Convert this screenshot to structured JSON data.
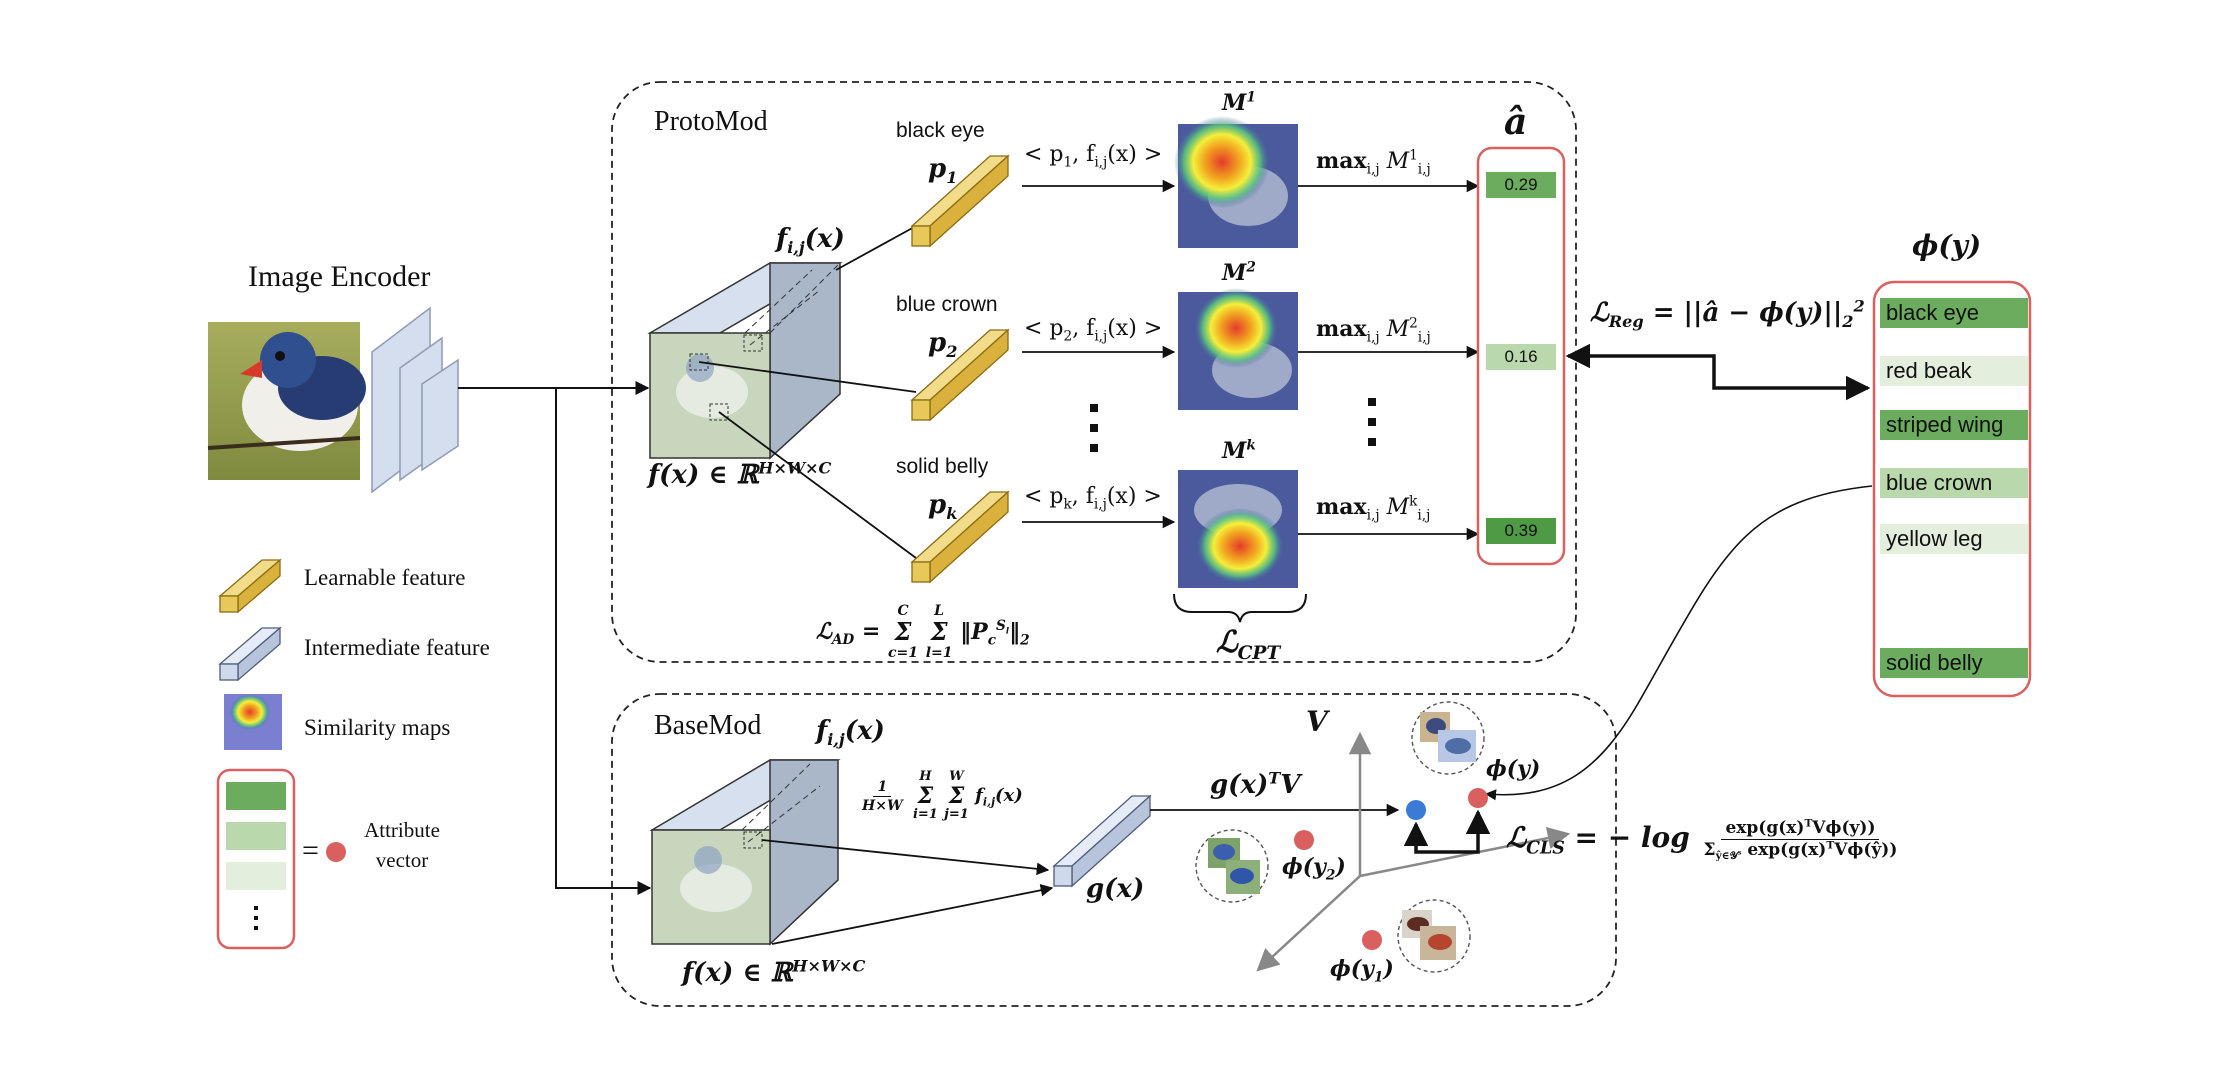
{
  "panels": {
    "protomod_label": "ProtoMod",
    "basemod_label": "BaseMod",
    "image_encoder_label": "Image Encoder"
  },
  "prototypes": [
    {
      "attribute": "black eye",
      "symbol": "p",
      "sub": "1",
      "inner": "< p",
      "inner_sub": "1",
      "inner_rest": ", f",
      "map": "M",
      "map_sup": "1",
      "max_sup": "1",
      "value": "0.29"
    },
    {
      "attribute": "blue crown",
      "symbol": "p",
      "sub": "2",
      "inner": "< p",
      "inner_sub": "2",
      "inner_rest": ", f",
      "map": "M",
      "map_sup": "2",
      "max_sup": "2",
      "value": "0.16"
    },
    {
      "attribute": "solid belly",
      "symbol": "p",
      "sub": "k",
      "inner": "< p",
      "inner_sub": "k",
      "inner_rest": ", f",
      "map": "M",
      "map_sup": "k",
      "max_sup": "k",
      "value": "0.39"
    }
  ],
  "math": {
    "fij": "f",
    "fij_sub": "i,j",
    "fij_arg": "(x)",
    "fx": "f(x) ∈ ℝ",
    "fx_sup": "H×W×C",
    "max_op": "max",
    "max_sub": "i,j",
    "max_var": "M",
    "max_var_sub": "i,j",
    "ahat": "â",
    "lreg": "ℒ",
    "lreg_sub": "Reg",
    "lreg_rhs": "= ||â − ϕ(y)||",
    "lreg_sub2": "2",
    "lreg_sup2": "2",
    "phi_y": "ϕ(y)",
    "lcpt": "ℒ",
    "lcpt_sub": "CPT",
    "lad": "ℒ",
    "lad_sub": "AD",
    "lad_rhs": "= Σ Σ ‖P",
    "lad_sup": "S",
    "lad_sup_sub": "l",
    "lad_sub2": "c",
    "lad_end": "‖",
    "lad_end_sub": "2",
    "lad_c_top": "C",
    "lad_c_bot": "c=1",
    "lad_l_top": "L",
    "lad_l_bot": "l=1",
    "gap_num": "1",
    "gap_den": "H×W",
    "gap_body": "Σ Σ f",
    "gap_body_sub": "i,j",
    "gap_body_arg": "(x)",
    "gap_h_top": "H",
    "gap_h_bot": "i=1",
    "gap_w_top": "W",
    "gap_w_bot": "j=1",
    "gx": "g(x)",
    "gxtv": "g(x)",
    "gxtv_sup": "T",
    "gxtv_end": "V",
    "V": "V",
    "phi_y1": "ϕ(y",
    "phi_y1_sub": "1",
    "phi_y2": "ϕ(y",
    "phi_y2_sub": "2",
    "lcls": "ℒ",
    "lcls_sub": "CLS",
    "lcls_rhs": "= − log",
    "lcls_num": "exp(g(x)",
    "lcls_num_sup": "T",
    "lcls_num_end": "Vϕ(y))",
    "lcls_den": "Σ",
    "lcls_den_sub": "ŷ∈𝒴",
    "lcls_den_sub_sup": "s",
    "lcls_den_mid": " exp(g(x)",
    "lcls_den_sup": "T",
    "lcls_den_end": "Vϕ(ŷ))"
  },
  "attribute_vector": {
    "title": "ϕ(y)",
    "items": [
      {
        "label": "black eye",
        "color": "#6bac5f"
      },
      {
        "label": "red beak",
        "color": "#e3efdc"
      },
      {
        "label": "striped wing",
        "color": "#6bac5f"
      },
      {
        "label": "blue crown",
        "color": "#b9d8ac"
      },
      {
        "label": "yellow leg",
        "color": "#e3efdc"
      },
      {
        "label": "solid belly",
        "color": "#6bac5f"
      }
    ]
  },
  "predicted_values_colors": [
    "#6bac5f",
    "#b9d8ac",
    "#4f9a45"
  ],
  "legend": {
    "learnable": "Learnable feature",
    "intermediate": "Intermediate feature",
    "similarity": "Similarity maps",
    "attribute_line1": "Attribute",
    "attribute_line2": "vector",
    "equals": "="
  },
  "colors": {
    "learnable_feature": "#e9c85a",
    "intermediate_feature": "#cfd9ec",
    "cube_front": "#c7d6bd",
    "cube_side": "#a9b7c9",
    "cube_top": "#d6e0ef",
    "dashed_border": "#222222",
    "red_border": "#d9605f",
    "red_dot": "#d9605f",
    "blue_dot": "#3a7bd5"
  }
}
